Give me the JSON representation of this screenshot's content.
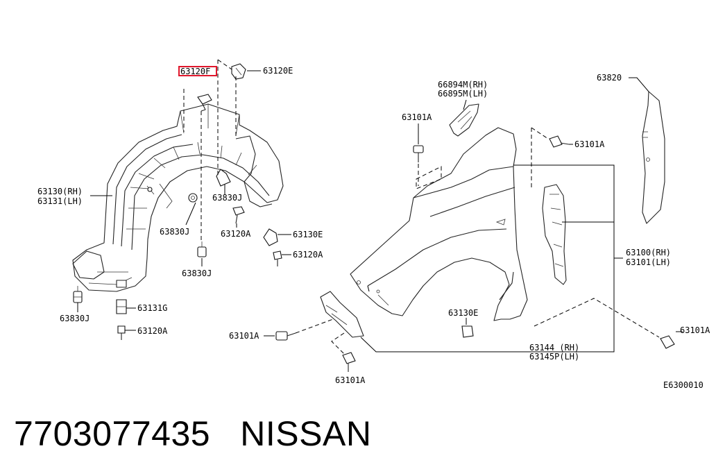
{
  "caption": {
    "part_number": "7703077435",
    "brand": "NISSAN"
  },
  "diagram": {
    "code": "E6300010",
    "highlight_color": "#e0162b",
    "labels": {
      "p63120F": "63120F",
      "p63120E": "63120E",
      "p63130RH": "63130(RH)",
      "p63131LH": "63131(LH)",
      "p63830J_a": "63830J",
      "p63830J_b": "63830J",
      "p63830J_c": "63830J",
      "p63830J_d": "63830J",
      "p63120A_a": "63120A",
      "p63120A_b": "63120A",
      "p63120A_c": "63120A",
      "p63130E_a": "63130E",
      "p63130E_b": "63130E",
      "p63131G": "63131G",
      "p66894M": "66894M(RH)",
      "p66895M": "66895M(LH)",
      "p63101A_a": "63101A",
      "p63101A_b": "63101A",
      "p63101A_c": "63101A",
      "p63101A_d": "63101A",
      "p63101A_e": "63101A",
      "p63820": "63820",
      "p63100RH": "63100(RH)",
      "p63101LH": "63101(LH)",
      "p63144RH": "63144  (RH)",
      "p63145PLH": "63145P(LH)"
    }
  }
}
